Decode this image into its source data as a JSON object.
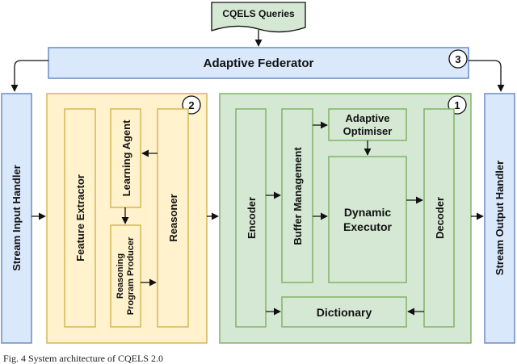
{
  "nodes": {
    "queries": "CQELS Queries",
    "federator": "Adaptive Federator",
    "input_handler": "Stream Input Handler",
    "output_handler": "Stream Output Handler",
    "feature_extractor": "Feature Extractor",
    "learning_agent": "Learning Agent",
    "reasoning_line1": "Reasoning",
    "reasoning_line2": "Program Producer",
    "reasoner": "Reasoner",
    "encoder": "Encoder",
    "buffer": "Buffer Management",
    "optimiser_line1": "Adaptive",
    "optimiser_line2": "Optimiser",
    "executor_line1": "Dynamic",
    "executor_line2": "Executor",
    "decoder": "Decoder",
    "dictionary": "Dictionary"
  },
  "badges": {
    "federator": "3",
    "reasoning_group": "2",
    "processing_group": "1"
  },
  "caption": "Fig. 4  System architecture of CQELS 2.0",
  "colors": {
    "blue_fill": "#dae8fc",
    "blue_stroke": "#6c8ebf",
    "yellow_fill": "#fff2cc",
    "yellow_stroke": "#d6b656",
    "green_fill": "#d5e8d4",
    "green_stroke": "#82b366",
    "note_fill": "#d5e8d4"
  }
}
